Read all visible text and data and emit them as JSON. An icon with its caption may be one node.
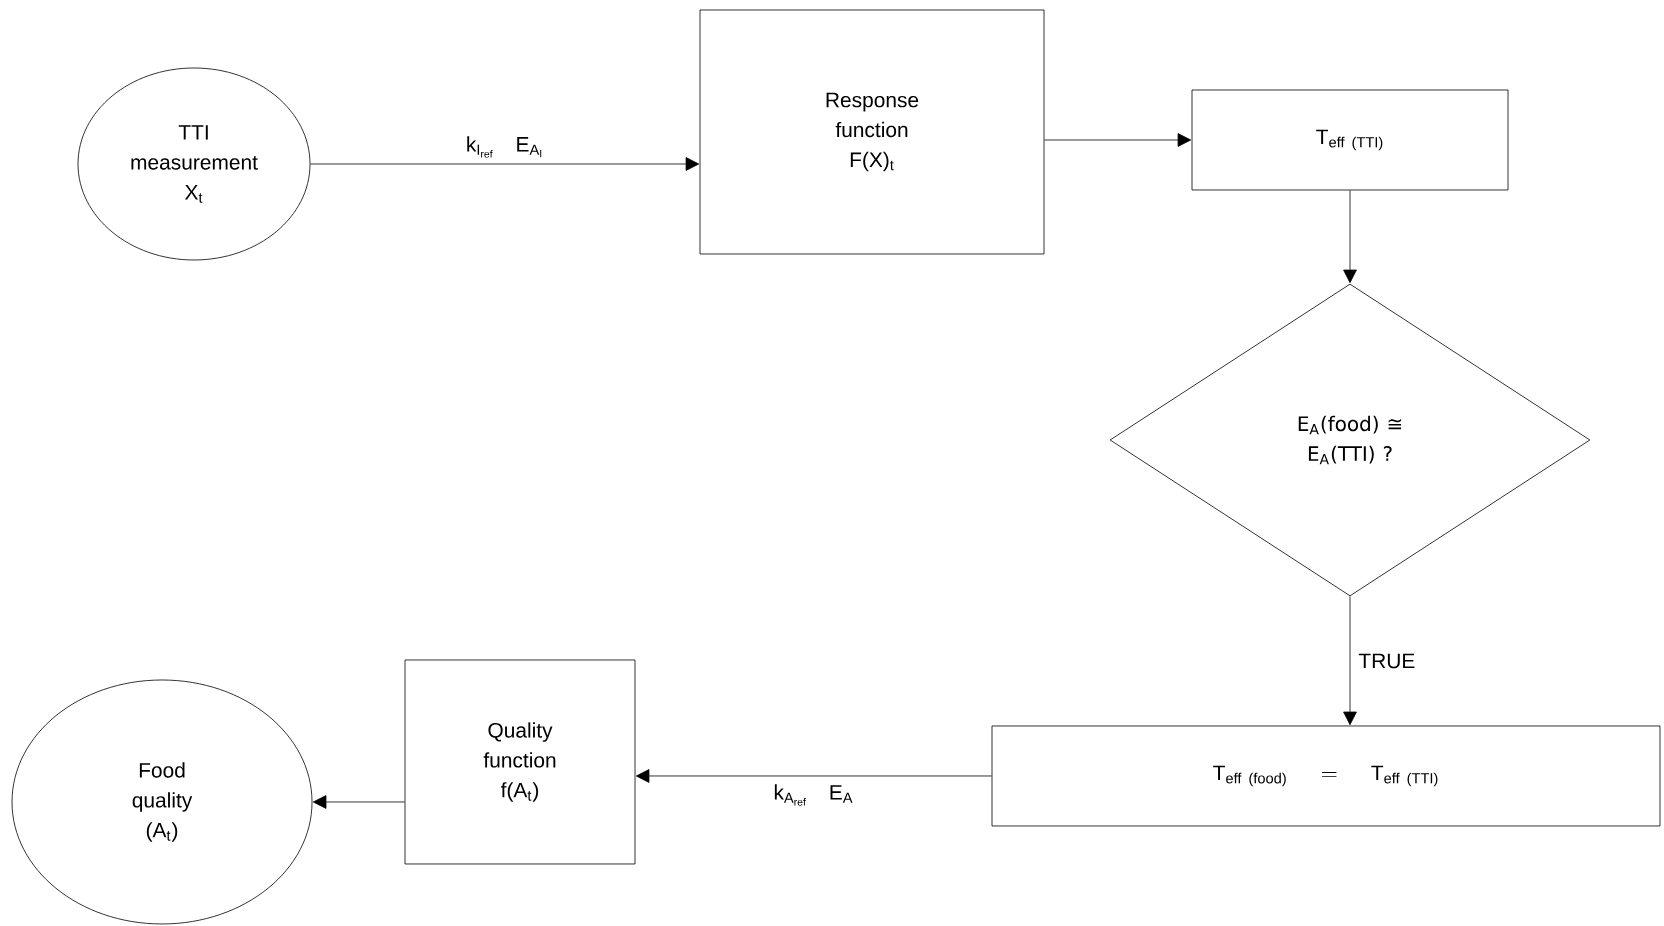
{
  "diagram": {
    "nodes": [
      {
        "text": [
          "TTI measurement X$_{t}$"
        ]
      },
      {
        "text": [
          "Response function F(X)$_{t}$"
        ]
      },
      {
        "text": [
          "\\text{T}_{\\text{eff (TTI)}}"
        ]
      },
      {
        "text": [
          "E$_{A}$(food) ≅ E$_{A}$(TTI) ?"
        ]
      },
      {
        "text": [
          "\\text{T}_{\\text{eff (food)}} = \\text{T}_{\\text{eff (TTI)}}"
        ]
      },
      {
        "text": [
          "Quality function f(A$_{t}$)"
        ]
      },
      {
        "text": [
          "Food quality (A$_{t}$)"
        ]
      }
    ],
    "edges": [
      {
        "from": 0,
        "to": 1,
        "arrow": "to",
        "label": "\\text{k}_{\\text{I}_{\\text{ref}}}\\quad\\text{E}_{\\text{A}_{\\text{I}}}"
      },
      {
        "from": 1,
        "to": 2,
        "arrow": "to"
      },
      {
        "from": 2,
        "to": 3,
        "arrow": "to"
      },
      {
        "from": 3,
        "to": 4,
        "arrow": "to",
        "label": "TRUE"
      },
      {
        "from": 4,
        "to": 5,
        "arrow": "to",
        "label": "\\text{k}_{\\text{A}_{\\text{ref}}}\\quad\\text{E}_{\\text{A}}"
      },
      {
        "from": 5,
        "to": 6,
        "arrow": "to"
      }
    ]
  }
}
